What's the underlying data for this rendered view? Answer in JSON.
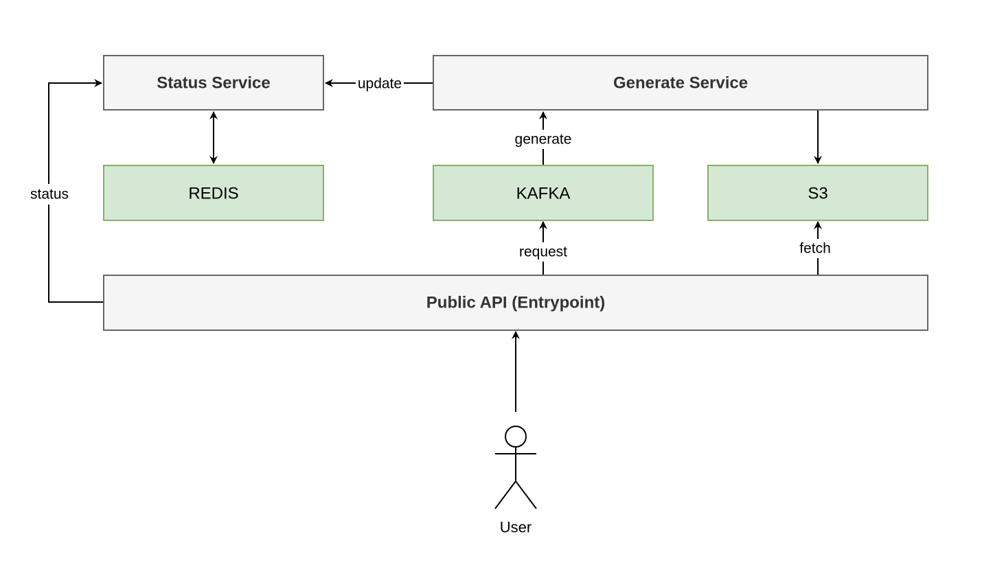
{
  "nodes": {
    "status_service": {
      "label": "Status Service",
      "kind": "service"
    },
    "generate_service": {
      "label": "Generate Service",
      "kind": "service"
    },
    "redis": {
      "label": "REDIS",
      "kind": "datastore"
    },
    "kafka": {
      "label": "KAFKA",
      "kind": "datastore"
    },
    "s3": {
      "label": "S3",
      "kind": "datastore"
    },
    "public_api": {
      "label": "Public API (Entrypoint)",
      "kind": "service"
    },
    "user": {
      "label": "User",
      "kind": "actor"
    }
  },
  "edges": {
    "update": {
      "from": "Generate Service",
      "to": "Status Service",
      "label": "update"
    },
    "generate": {
      "from": "KAFKA",
      "to": "Generate Service",
      "label": "generate"
    },
    "fetch": {
      "from": "Public API (Entrypoint)",
      "to": "S3",
      "label": "fetch"
    },
    "request": {
      "from": "Public API (Entrypoint)",
      "to": "KAFKA",
      "label": "request"
    },
    "status": {
      "from": "Public API (Entrypoint)",
      "to": "Status Service",
      "label": "status"
    },
    "redis_link": {
      "from": "Status Service",
      "to": "REDIS",
      "label": "",
      "bidirectional": true
    },
    "store_link": {
      "from": "Generate Service",
      "to": "S3",
      "label": ""
    },
    "user_link": {
      "from": "User",
      "to": "Public API (Entrypoint)",
      "label": ""
    }
  },
  "colors": {
    "service_fill": "#f5f5f5",
    "service_stroke": "#666666",
    "service_text": "#333333",
    "store_fill": "#d5e8d4",
    "store_stroke": "#82b366",
    "edge": "#000000"
  }
}
